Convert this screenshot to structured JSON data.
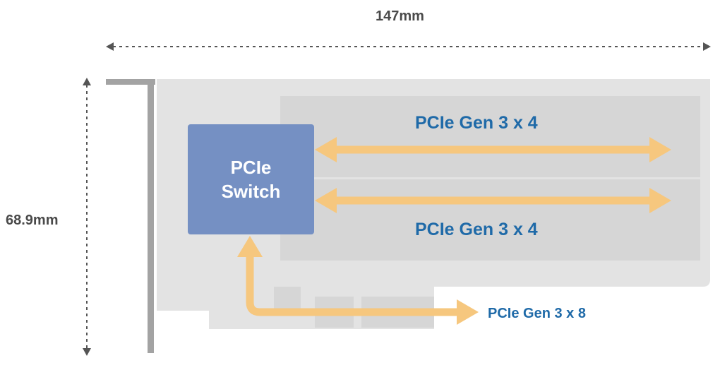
{
  "dimensions": {
    "width_label": "147mm",
    "height_label": "68.9mm"
  },
  "switch": {
    "line1": "PCIe",
    "line2": "Switch"
  },
  "links": {
    "top_label": "PCIe Gen 3 x 4",
    "bottom_label": "PCIe Gen 3 x 4",
    "host_label": "PCIe Gen 3 x 8"
  },
  "colors": {
    "board": "#e3e3e3",
    "bracket": "#a3a3a3",
    "slot": "#d5d5d5",
    "switch": "#7590c3",
    "arrow": "#f6c77e",
    "label_blue": "#1f6aa8",
    "dim_line": "#555555"
  }
}
